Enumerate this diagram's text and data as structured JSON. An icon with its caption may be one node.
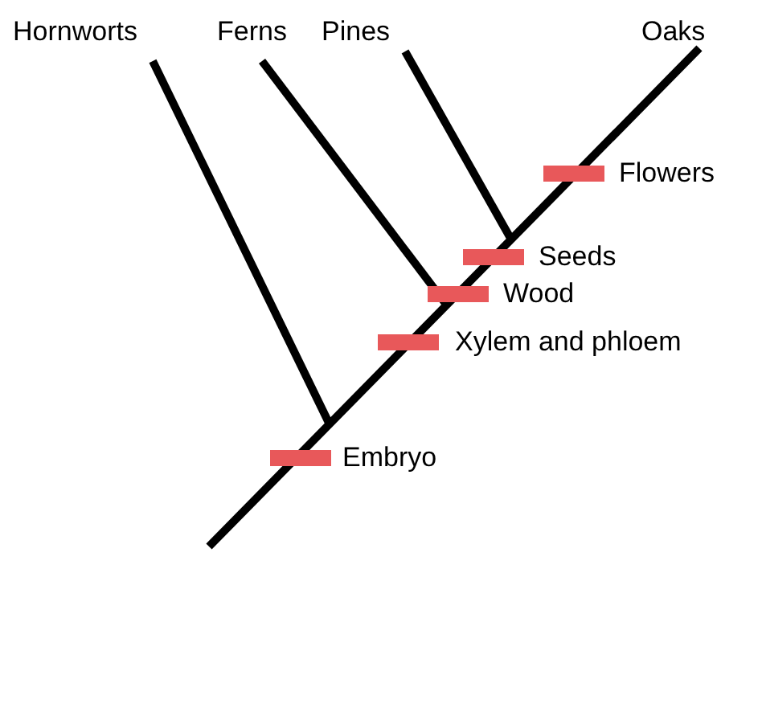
{
  "diagram": {
    "labels": [
      "Hornworts",
      "Ferns",
      "Pines",
      "Oaks",
      "Flowers",
      "Seeds",
      "Wood",
      "Xylem and phloem",
      "Embryo"
    ]
  }
}
